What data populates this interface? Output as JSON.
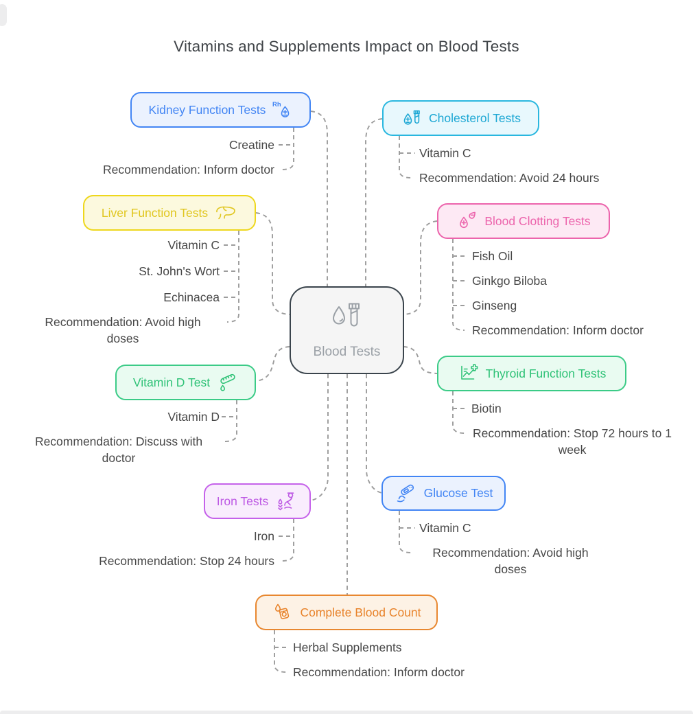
{
  "title": "Vitamins and Supplements Impact on Blood Tests",
  "center": {
    "label": "Blood Tests",
    "icon": "blood-drop-and-test-tube-icon",
    "border_color": "#3a444c",
    "bg": "#f5f5f5",
    "text_color": "#9aa0a6"
  },
  "connector_color": "#9c9c9c",
  "branches": [
    {
      "label": "Kidney Function Tests",
      "icon": "rh-blood-type-drop-icon",
      "color": "#4285f4",
      "bg": "#ebf2fe",
      "children": [
        "Creatine",
        "Recommendation: Inform doctor"
      ]
    },
    {
      "label": "Cholesterol Tests",
      "icon": "blood-drop-test-tube-icon",
      "color": "#29b7df",
      "bg": "#e8f8fd",
      "children": [
        "Vitamin C",
        "Recommendation: Avoid 24 hours"
      ]
    },
    {
      "label": "Liver Function Tests",
      "icon": "liver-icon",
      "color": "#eed71c",
      "bg": "#fcf9de",
      "children": [
        "Vitamin C",
        "St. John's Wort",
        "Echinacea",
        "Recommendation: Avoid high doses"
      ]
    },
    {
      "label": "Blood Clotting Tests",
      "icon": "two-blood-drops-plus-minus-icon",
      "color": "#ec64ac",
      "bg": "#fde9f4",
      "children": [
        "Fish Oil",
        "Ginkgo Biloba",
        "Ginseng",
        "Recommendation: Inform doctor"
      ]
    },
    {
      "label": "Vitamin D Test",
      "icon": "test-strip-and-drop-icon",
      "color": "#3bcb87",
      "bg": "#e9fbf1",
      "children": [
        "Vitamin D",
        "Recommendation: Discuss with doctor"
      ]
    },
    {
      "label": "Thyroid Function Tests",
      "icon": "chart-with-medical-cross-icon",
      "color": "#3bcb87",
      "bg": "#e9fbf1",
      "children": [
        "Biotin",
        "Recommendation: Stop 72 hours to 1 week"
      ]
    },
    {
      "label": "Iron Tests",
      "icon": "person-with-drops-icon",
      "color": "#c562ea",
      "bg": "#f9edfd",
      "children": [
        "Iron",
        "Recommendation: Stop 24 hours"
      ]
    },
    {
      "label": "Glucose Test",
      "icon": "glucometer-hand-icon",
      "color": "#4285f4",
      "bg": "#ebf2fe",
      "children": [
        "Vitamin C",
        "Recommendation: Avoid high doses"
      ]
    },
    {
      "label": "Complete Blood Count",
      "icon": "blood-drop-and-blood-bag-icon",
      "color": "#e8872f",
      "bg": "#fdf2e5",
      "children": [
        "Herbal Supplements",
        "Recommendation: Inform doctor"
      ]
    }
  ]
}
